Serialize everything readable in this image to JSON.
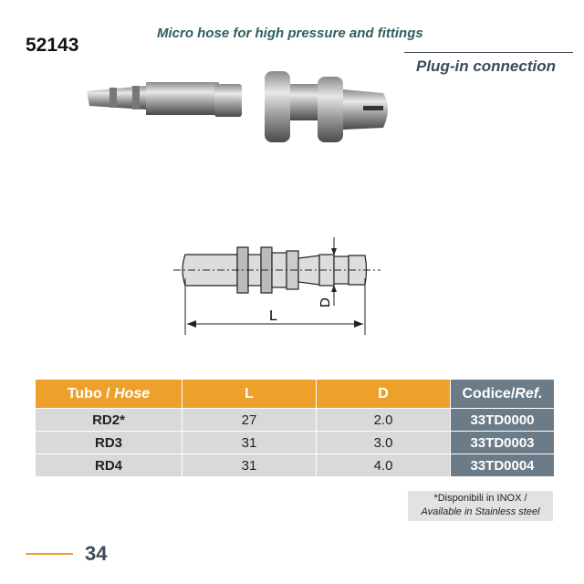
{
  "header": {
    "product_code": "52143",
    "title": "Micro hose for high pressure and fittings",
    "subtitle": "Plug-in connection"
  },
  "drawing": {
    "dim_length": "L",
    "dim_diameter": "D"
  },
  "table": {
    "headers": {
      "hose_main": "Tubo / ",
      "hose_italic": "Hose",
      "L": "L",
      "D": "D",
      "ref_main": "Codice/",
      "ref_italic": "Ref."
    },
    "rows": [
      {
        "hose": "RD2*",
        "L": "27",
        "D": "2.0",
        "ref": "33TD0000"
      },
      {
        "hose": "RD3",
        "L": "31",
        "D": "3.0",
        "ref": "33TD0003"
      },
      {
        "hose": "RD4",
        "L": "31",
        "D": "4.0",
        "ref": "33TD0004"
      }
    ]
  },
  "note": {
    "line1": "*Disponibili in INOX /",
    "line2": "Available in Stainless steel"
  },
  "footer": {
    "page_number": "34"
  },
  "colors": {
    "accent": "#eea12a",
    "ref_column": "#6b7b88",
    "title": "#2f5f60"
  }
}
